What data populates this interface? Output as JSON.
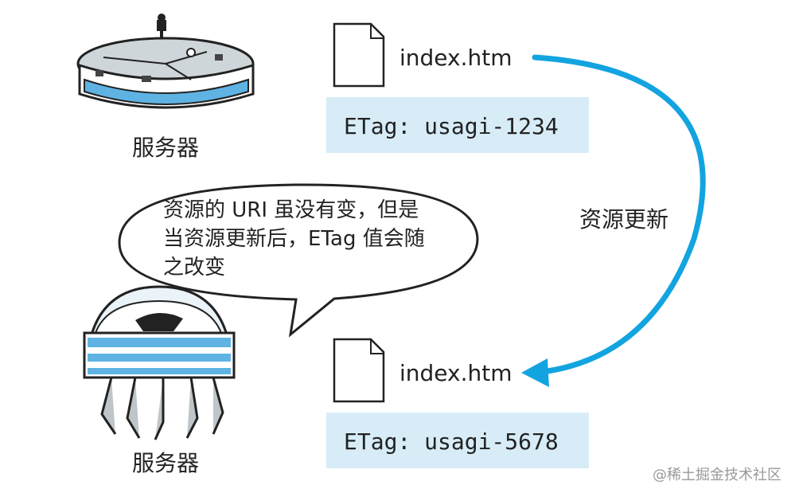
{
  "top": {
    "server_label": "服务器",
    "file_name": "index.htm",
    "etag": "ETag: usagi-1234"
  },
  "arrow_label": "资源更新",
  "speech": {
    "lines": [
      "资源的 URI 虽没有变，但是",
      "当资源更新后，ETag 值会随",
      "之改变"
    ]
  },
  "bottom": {
    "server_label": "服务器",
    "file_name": "index.htm",
    "etag": "ETag: usagi-5678"
  },
  "watermark": "@稀土掘金技术社区",
  "colors": {
    "arrow": "#12a4e0",
    "etag_bg": "#d7ecf7",
    "server_blue": "#5fb3e3"
  }
}
